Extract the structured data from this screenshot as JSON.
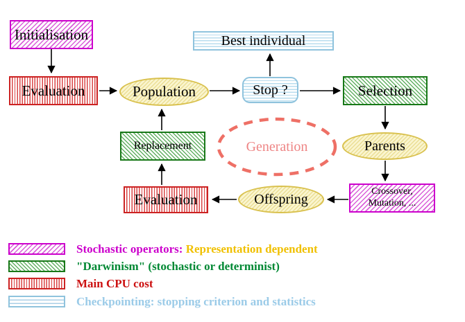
{
  "diagram": {
    "nodes": {
      "initialisation": "Initialisation",
      "evaluation_top": "Evaluation",
      "population": "Population",
      "best_individual": "Best individual",
      "stop": "Stop ?",
      "selection": "Selection",
      "parents": "Parents",
      "crossover_line1": "Crossover,",
      "crossover_line2": "Mutation, ...",
      "offspring": "Offspring",
      "evaluation_bottom": "Evaluation",
      "replacement": "Replacement",
      "generation": "Generation"
    },
    "legend": {
      "rows": [
        {
          "swatch": "magenta-diagonal-hatch",
          "label": "Stochastic operators: ",
          "label2": "Representation dependent"
        },
        {
          "swatch": "green-diagonal-hatch",
          "label": "\"Darwinism\" (stochastic or determinist)"
        },
        {
          "swatch": "red-vertical-stripes",
          "label": "Main CPU cost"
        },
        {
          "swatch": "cyan-horizontal-stripes",
          "label": "Checkpointing: stopping criterion and statistics"
        }
      ]
    },
    "colors": {
      "magenta": "#cc00cc",
      "green": "#187818",
      "red": "#cc2222",
      "cyan_border": "#8fc3dd",
      "yellow_border": "#d9c14e",
      "yellow_fill": "#faf5cf",
      "salmon": "#ee7066",
      "gold_text": "#f0c000",
      "arrow": "#000000"
    }
  }
}
